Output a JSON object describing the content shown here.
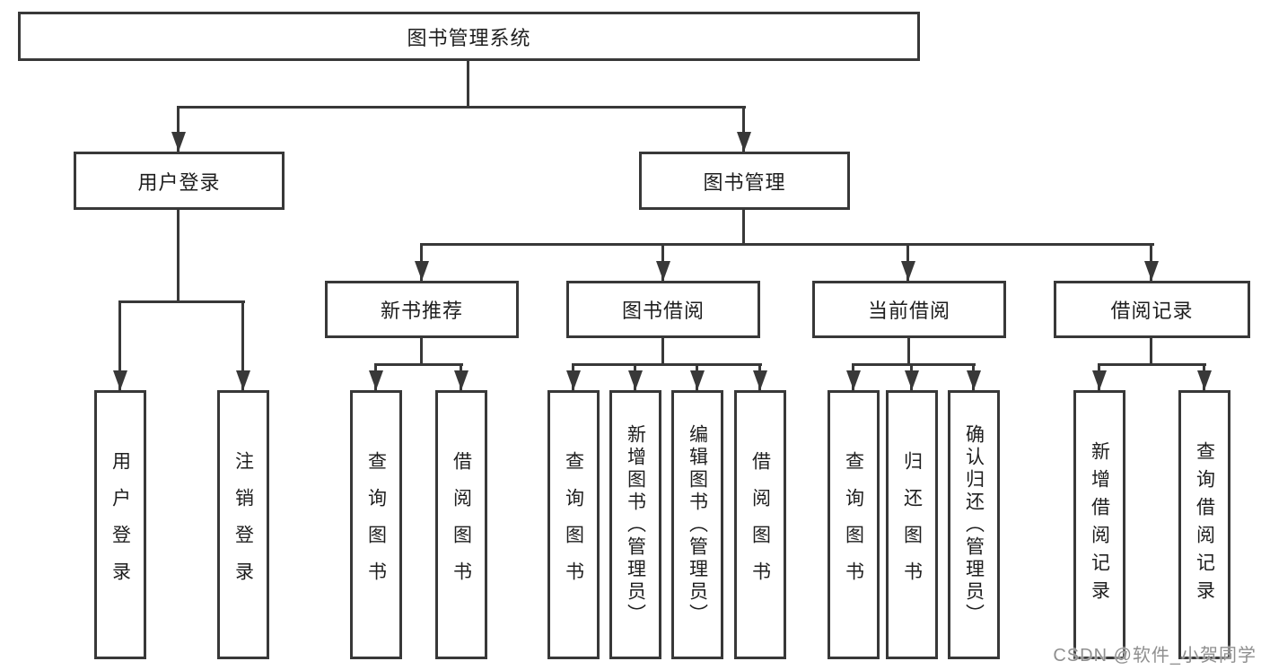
{
  "colors": {
    "background": "#ffffff",
    "line": "#383838",
    "box_border": "#383838",
    "text": "#1e1e1e",
    "watermark": "#8f8f8f"
  },
  "watermark": {
    "text": "CSDN @软件_小贺同学"
  },
  "tree": {
    "root": {
      "label": "图书管理系统",
      "children": [
        {
          "label": "用户登录",
          "children": [
            {
              "label": "用户登录"
            },
            {
              "label": "注销登录"
            }
          ]
        },
        {
          "label": "图书管理",
          "children": [
            {
              "label": "新书推荐",
              "children": [
                {
                  "label": "查询图书"
                },
                {
                  "label": "借阅图书"
                }
              ]
            },
            {
              "label": "图书借阅",
              "children": [
                {
                  "label": "查询图书"
                },
                {
                  "label": "新增图书（管理员）"
                },
                {
                  "label": "编辑图书（管理员）"
                },
                {
                  "label": "借阅图书"
                }
              ]
            },
            {
              "label": "当前借阅",
              "children": [
                {
                  "label": "查询图书"
                },
                {
                  "label": "归还图书"
                },
                {
                  "label": "确认归还（管理员）"
                }
              ]
            },
            {
              "label": "借阅记录",
              "children": [
                {
                  "label": "新增借阅记录"
                },
                {
                  "label": "查询借阅记录"
                }
              ]
            }
          ]
        }
      ]
    }
  }
}
